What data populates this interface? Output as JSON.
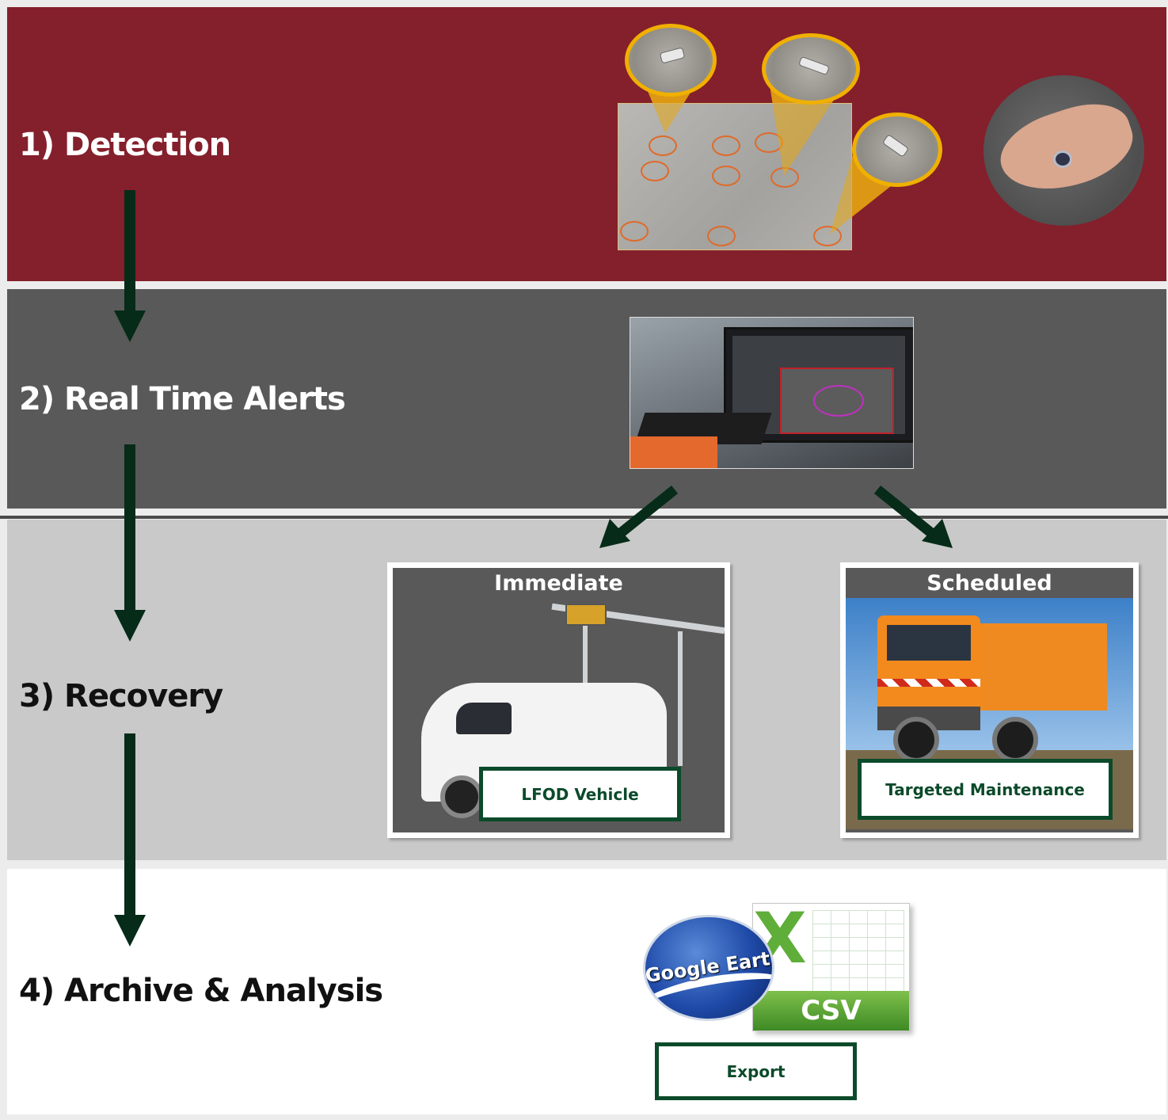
{
  "steps": [
    {
      "label": "1) Detection"
    },
    {
      "label": "2) Real Time Alerts"
    },
    {
      "label": "3) Recovery"
    },
    {
      "label": "4) Archive & Analysis"
    }
  ],
  "recovery": {
    "immediate": {
      "title": "Immediate",
      "label": "LFOD Vehicle"
    },
    "scheduled": {
      "title": "Scheduled",
      "label": "Targeted Maintenance"
    }
  },
  "archive": {
    "google_earth_label": "Google Earth",
    "csv_label": "CSV",
    "export_label": "Export"
  },
  "colors": {
    "detection_band": "#841f2c",
    "alerts_band": "#595959",
    "recovery_band": "#c9c9c9",
    "archive_band": "#ffffff",
    "arrow": "#062b18",
    "label_border": "#0b4a2a",
    "highlight": "#f0b000"
  },
  "icons": [
    "runway-fod-photo",
    "zoom-circle-icon",
    "hand-washer-photo",
    "vehicle-dashboard-photo",
    "lfod-van-photo",
    "sweeper-truck-photo",
    "google-earth-icon",
    "excel-csv-icon"
  ]
}
